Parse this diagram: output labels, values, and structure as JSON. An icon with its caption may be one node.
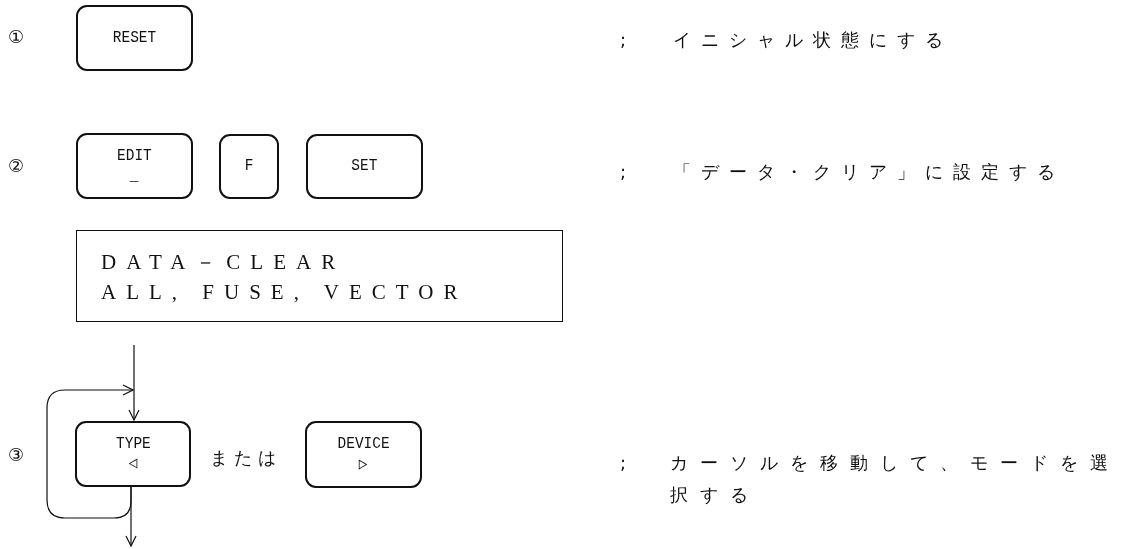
{
  "diagram": {
    "nodes": [
      {
        "text": [
          "RESET"
        ]
      },
      {
        "text": [
          "EDIT",
          "_"
        ]
      },
      {
        "text": [
          "F"
        ]
      },
      {
        "text": [
          "SET"
        ]
      },
      {
        "text": [
          "DATA－CLEAR",
          "ALL, FUSE, VECTOR"
        ]
      },
      {
        "text": [
          "TYPE",
          "◁"
        ]
      },
      {
        "text": [
          "DEVICE",
          "▷"
        ]
      }
    ],
    "edges": [
      {
        "from": null,
        "to": 5,
        "arrow": "to"
      },
      {
        "from": 5,
        "to": 5,
        "arrow": "to"
      },
      {
        "from": 5,
        "to": null,
        "arrow": "to"
      }
    ],
    "labels": [
      "①",
      ";",
      "イニシャル状態にする",
      "②",
      ";",
      "「データ・クリア」に設定する",
      "③",
      "または",
      ";",
      "カーソルを移動して、モードを選択する"
    ]
  }
}
